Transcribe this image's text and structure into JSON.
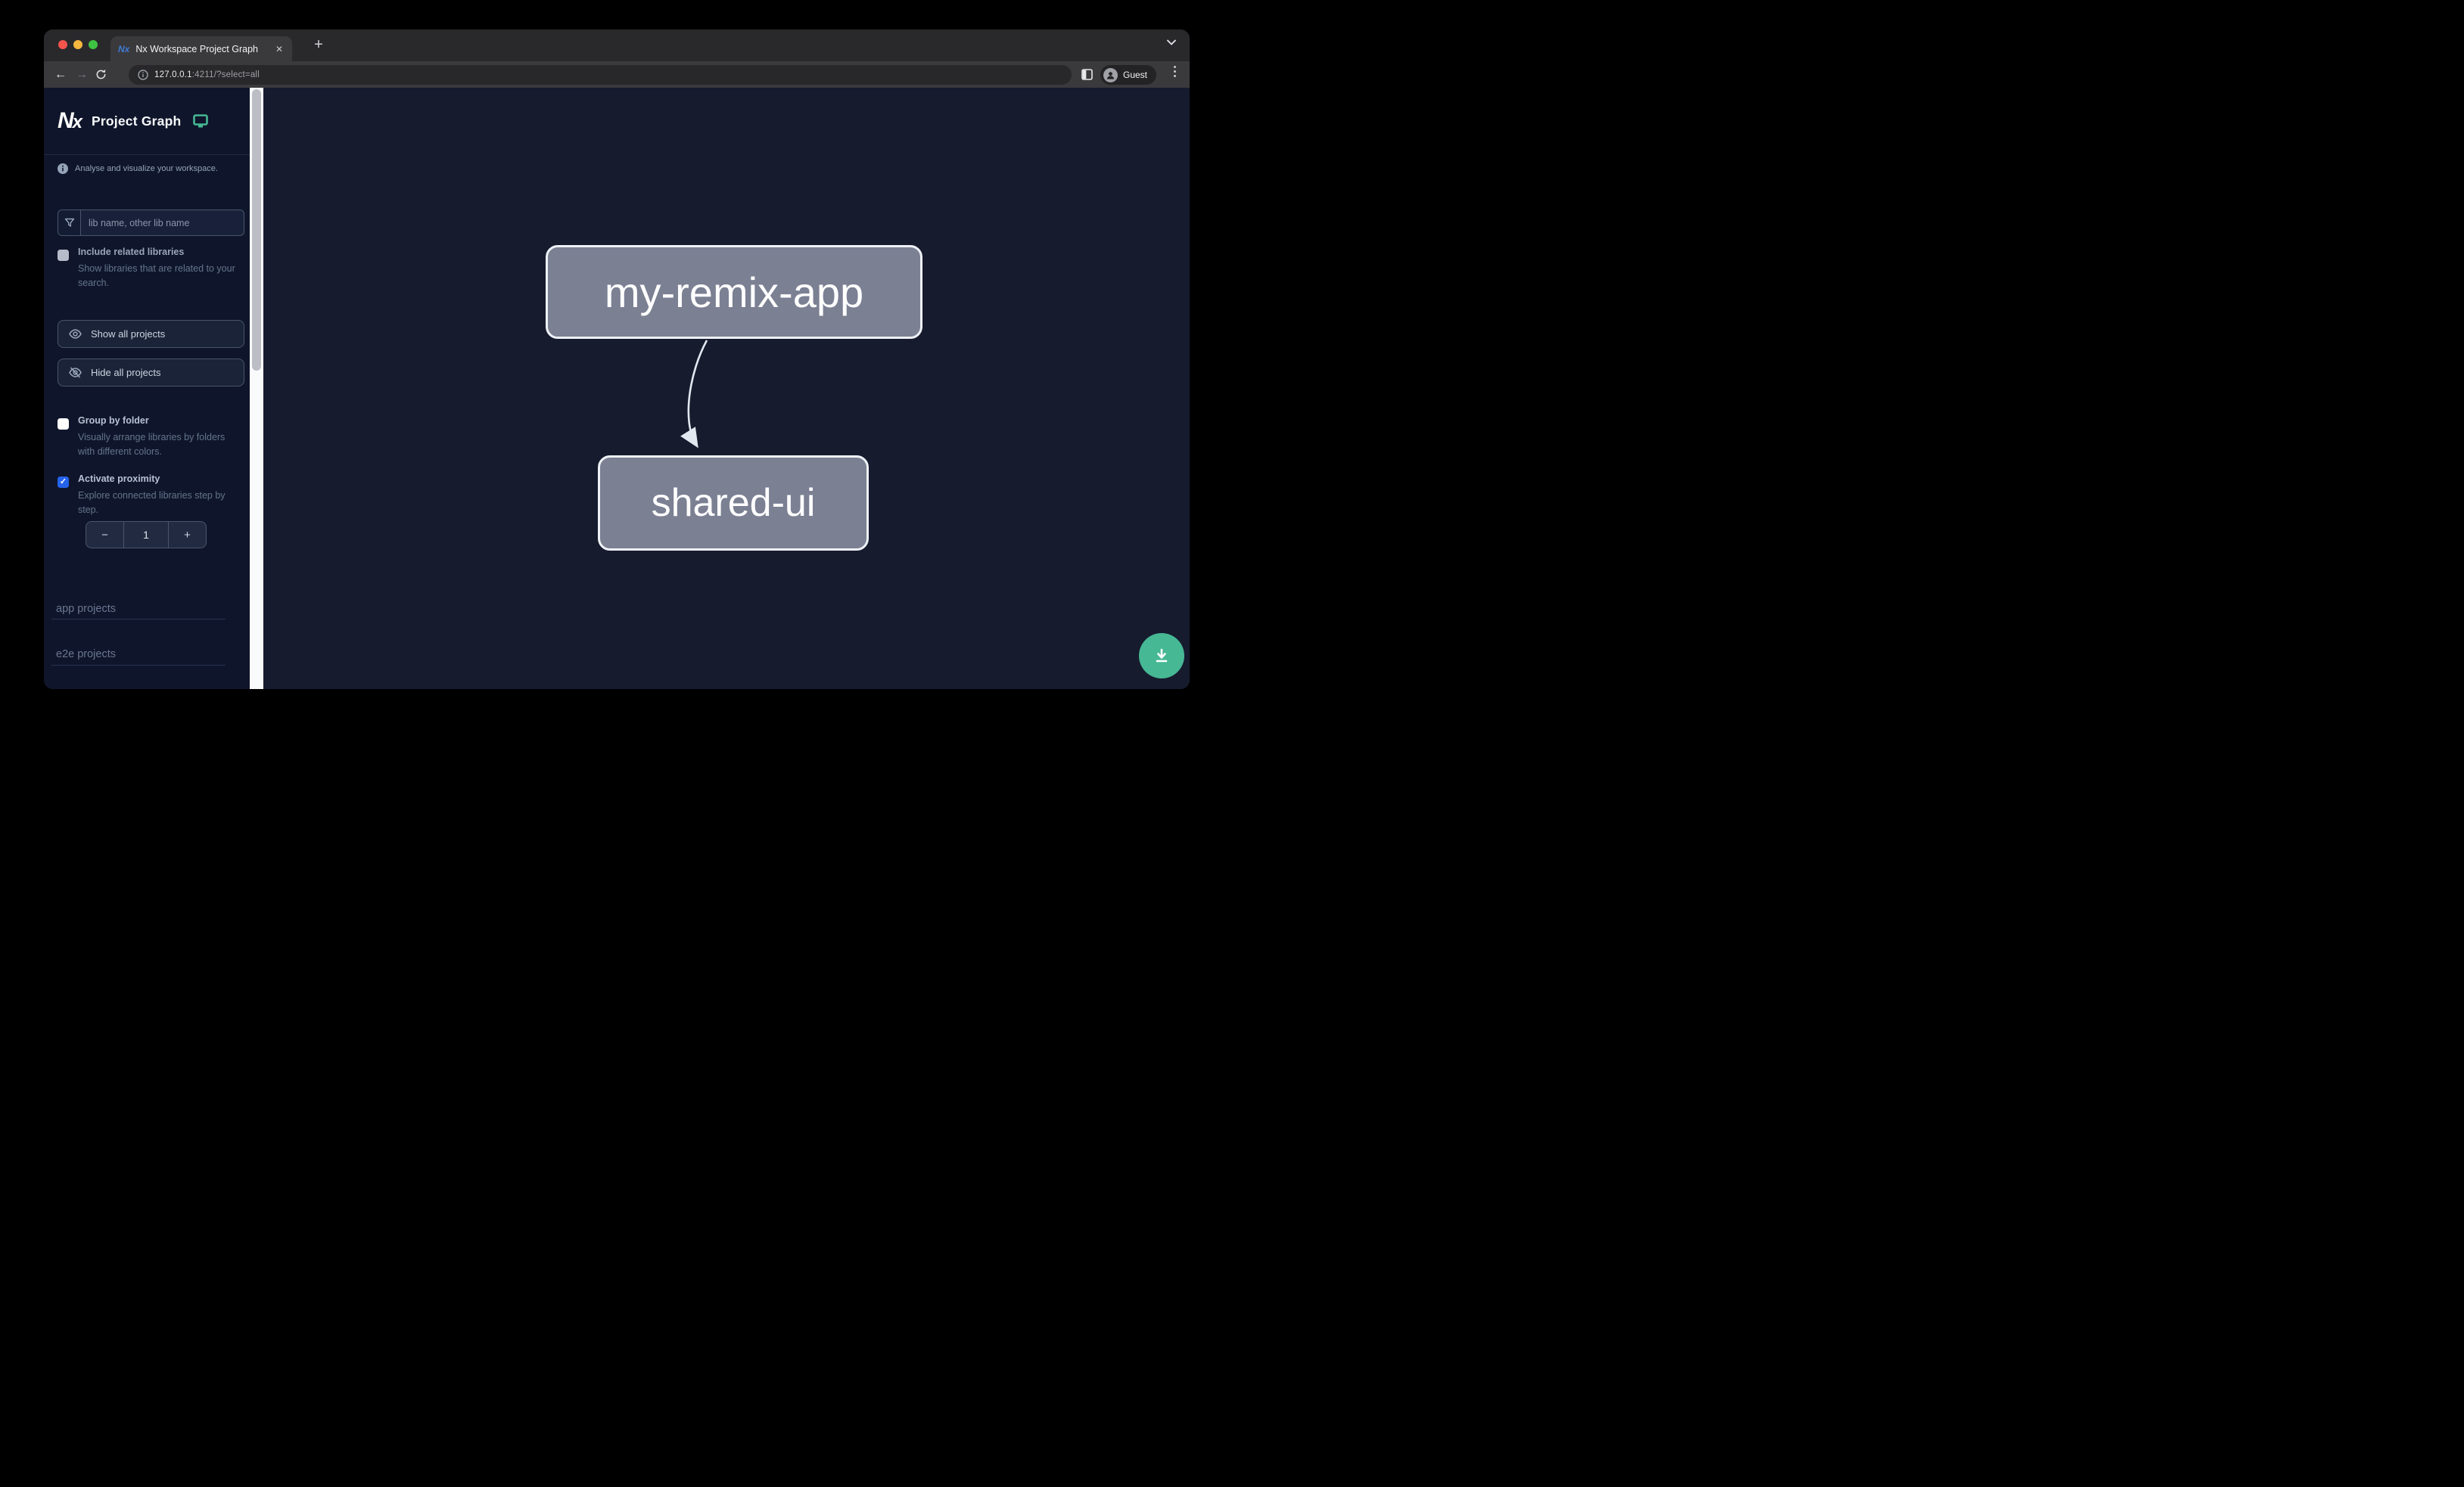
{
  "browser": {
    "tab": {
      "title": "Nx Workspace Project Graph",
      "favicon_text": "Nx",
      "close_glyph": "✕",
      "new_tab_glyph": "+"
    },
    "address_bar": {
      "url_host": "127.0.0.1",
      "url_rest": ":4211/?select=all"
    },
    "nav": {
      "back_glyph": "←",
      "forward_glyph": "→"
    },
    "profile": {
      "label": "Guest"
    }
  },
  "sidebar": {
    "app_title": "Project Graph",
    "tagline": "Analyse and visualize your workspace.",
    "search": {
      "placeholder": "lib name, other lib name"
    },
    "toggles": [
      {
        "label": "Include related libraries",
        "description": "Show libraries that are related to your search.",
        "checked": false
      },
      {
        "label": "Group by folder",
        "description": "Visually arrange libraries by folders with different colors.",
        "checked": false
      },
      {
        "label": "Activate proximity",
        "description": "Explore connected libraries step by step.",
        "checked": true
      }
    ],
    "buttons": [
      {
        "label": "Show all projects",
        "icon": "eye-icon"
      },
      {
        "label": "Hide all projects",
        "icon": "eye-off-icon"
      }
    ],
    "stepper": {
      "decrement_glyph": "−",
      "value": "1",
      "increment_glyph": "+"
    },
    "sections": [
      {
        "label": "app projects"
      },
      {
        "label": "e2e projects"
      }
    ],
    "check_glyph": "✓"
  },
  "graph": {
    "nodes": [
      {
        "id": "my-remix-app",
        "label": "my-remix-app"
      },
      {
        "id": "shared-ui",
        "label": "shared-ui"
      }
    ],
    "edges": [
      {
        "from": "my-remix-app",
        "to": "shared-ui"
      }
    ]
  },
  "fab": {
    "icon": "download-icon"
  },
  "colors": {
    "accent": "#46b894",
    "cb-blue": "#2563eb",
    "node-fill": "#7b8093",
    "node-border": "#eef1f6",
    "edge": "#e2e8f0",
    "sidebar-bg": "#0f162b",
    "main-bg": "#161b2e",
    "scroll-track": "#f8fafc",
    "scroll-thumb": "#bcbec5"
  }
}
